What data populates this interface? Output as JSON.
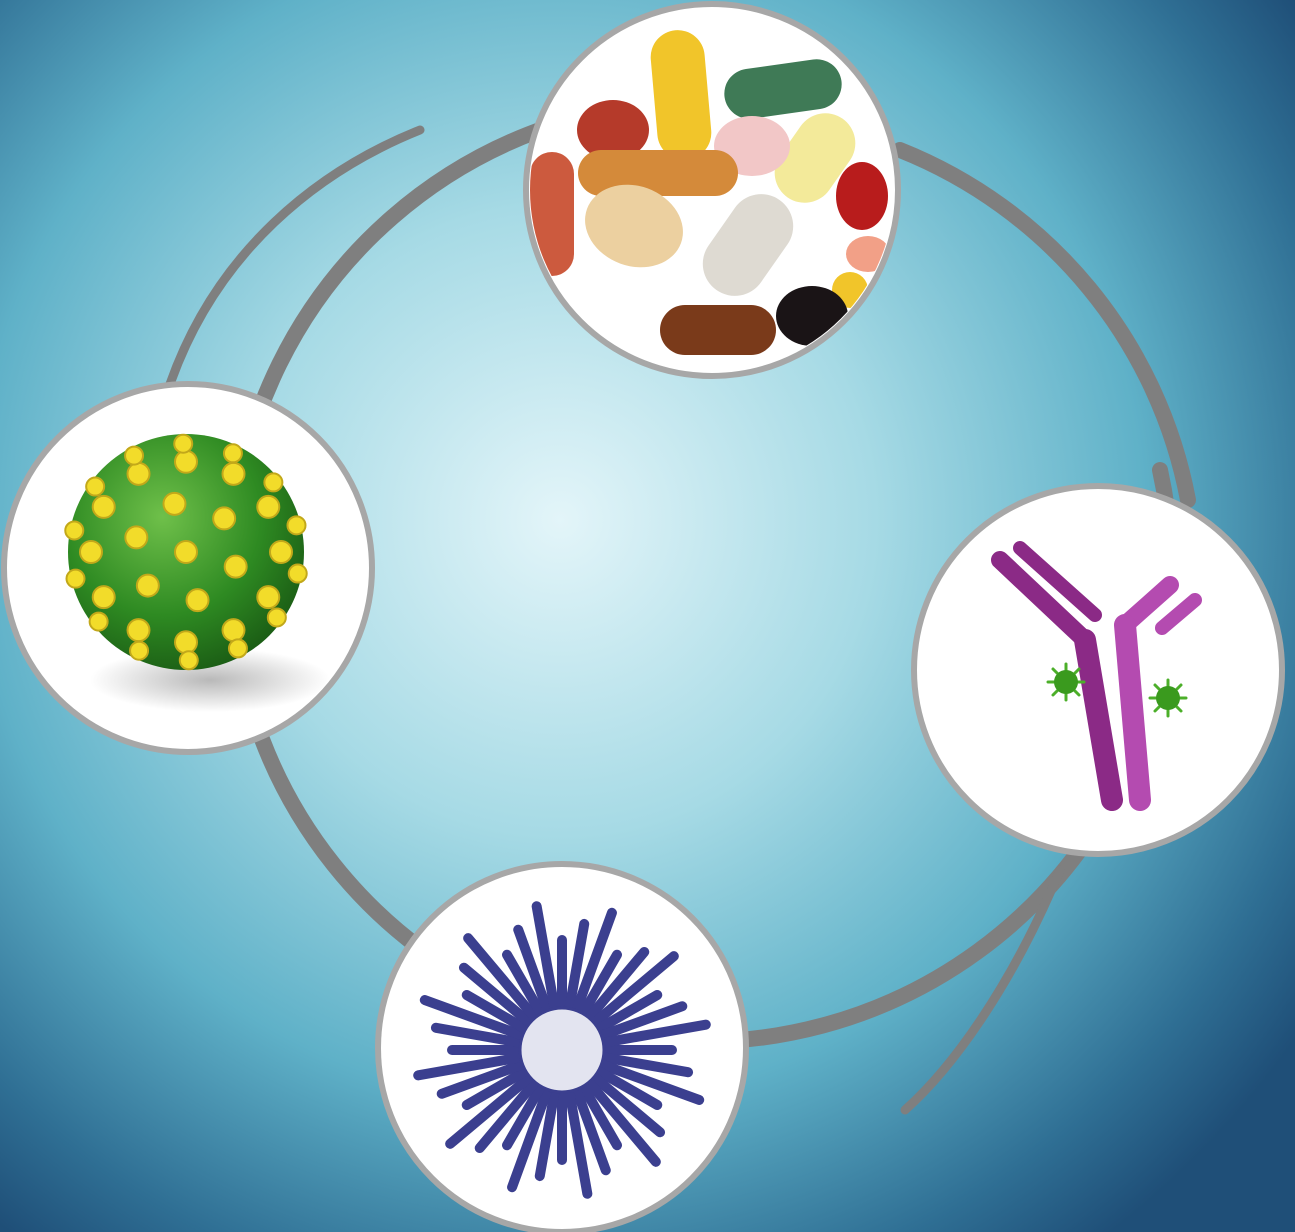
{
  "background": {
    "colors": [
      "#e3f5f9",
      "#a6dae5",
      "#5fb1c8",
      "#2f6f94",
      "#1f4f78"
    ]
  },
  "ring": {
    "color": "#7f7f7f"
  },
  "nodes": [
    {
      "id": "pills",
      "icon": "pills-capsules-icon"
    },
    {
      "id": "antibody",
      "icon": "antibody-icon"
    },
    {
      "id": "microbe",
      "icon": "spiky-virus-icon"
    },
    {
      "id": "virus",
      "icon": "green-virus-particle-icon"
    }
  ],
  "node_style": {
    "fill": "#ffffff",
    "border": "#a7a7a7"
  }
}
